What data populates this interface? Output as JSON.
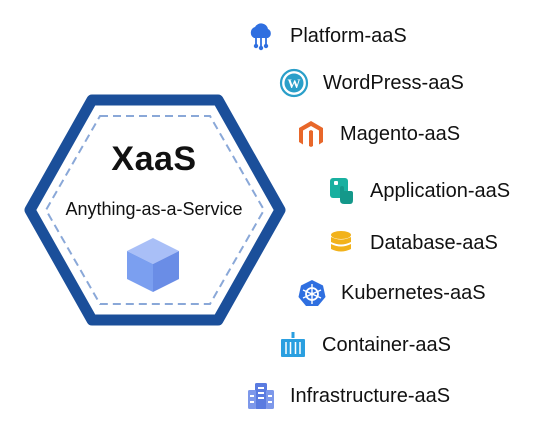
{
  "hexagon": {
    "title": "XaaS",
    "subtitle": "Anything-as-a-Service",
    "icon": "cube-icon",
    "border_color": "#1b4f9a",
    "dash_color": "#8aa8d8",
    "cube_color": "#7b9ff0"
  },
  "services": [
    {
      "label": "Platform-aaS",
      "icon": "cloud-network-icon",
      "color": "#2f6fe0"
    },
    {
      "label": "WordPress-aaS",
      "icon": "wordpress-icon",
      "color": "#2a9fc9"
    },
    {
      "label": "Magento-aaS",
      "icon": "magento-icon",
      "color": "#e8672a"
    },
    {
      "label": "Application-aaS",
      "icon": "touch-app-icon",
      "color": "#19b0a0"
    },
    {
      "label": "Database-aaS",
      "icon": "database-icon",
      "color": "#f2b21b"
    },
    {
      "label": "Kubernetes-aaS",
      "icon": "kubernetes-icon",
      "color": "#2f6fe0"
    },
    {
      "label": "Container-aaS",
      "icon": "container-icon",
      "color": "#2a9fe0"
    },
    {
      "label": "Infrastructure-aaS",
      "icon": "server-icon",
      "color": "#5a7be0"
    }
  ]
}
